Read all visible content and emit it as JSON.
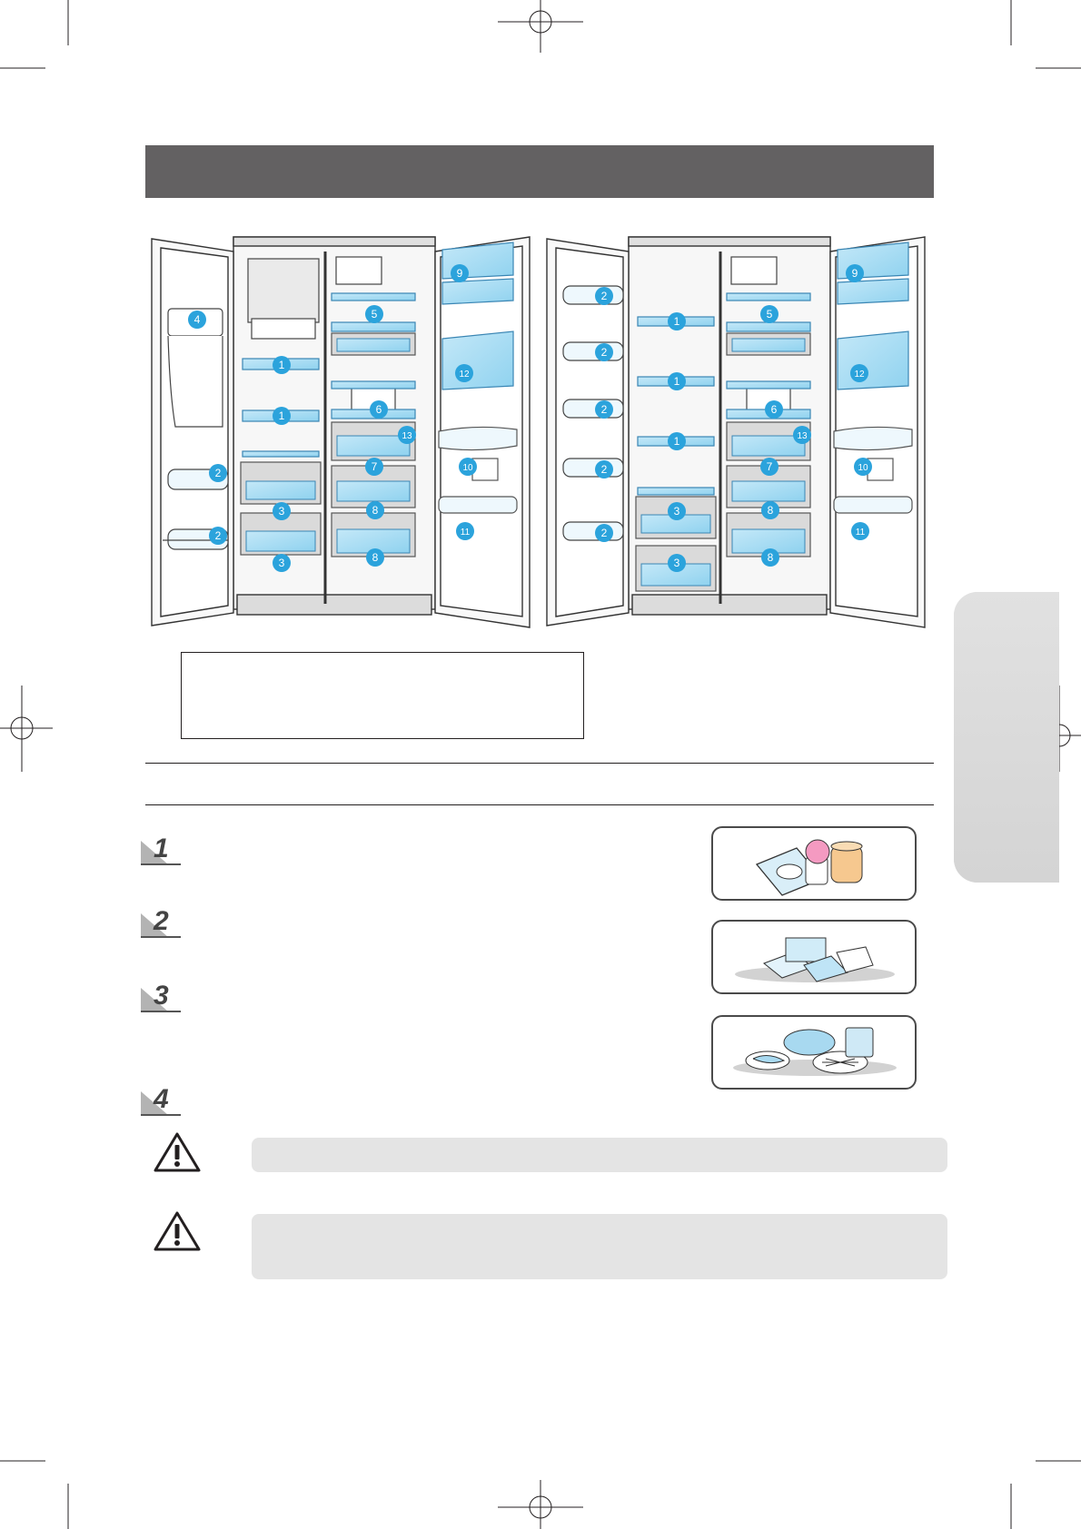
{
  "header": {
    "title": ""
  },
  "diagram_left": {
    "callouts": [
      "1",
      "1",
      "2",
      "2",
      "3",
      "3",
      "4",
      "5",
      "6",
      "7",
      "8",
      "8",
      "9",
      "10",
      "11",
      "12",
      "13"
    ]
  },
  "diagram_right": {
    "callouts": [
      "1",
      "1",
      "1",
      "2",
      "2",
      "2",
      "2",
      "2",
      "3",
      "3",
      "5",
      "6",
      "7",
      "8",
      "8",
      "9",
      "10",
      "11",
      "12",
      "13"
    ]
  },
  "note_box": {
    "text": ""
  },
  "section": {
    "title": ""
  },
  "steps": [
    {
      "number": "1",
      "text": ""
    },
    {
      "number": "2",
      "text": ""
    },
    {
      "number": "3",
      "text": ""
    },
    {
      "number": "4",
      "text": ""
    }
  ],
  "food_images": [
    {
      "icon": "frozen-food-icon"
    },
    {
      "icon": "wrapped-meat-icon"
    },
    {
      "icon": "seafood-plate-icon"
    }
  ],
  "warnings": [
    {
      "icon": "warning-triangle-icon",
      "text": ""
    },
    {
      "icon": "warning-triangle-icon",
      "text": ""
    }
  ],
  "colors": {
    "header_bar": "#636162",
    "callout": "#2ba3dc",
    "shelf_glass": "#a7dcf3",
    "side_tab": "#dcdcdc",
    "warning_band": "#e4e4e4"
  }
}
